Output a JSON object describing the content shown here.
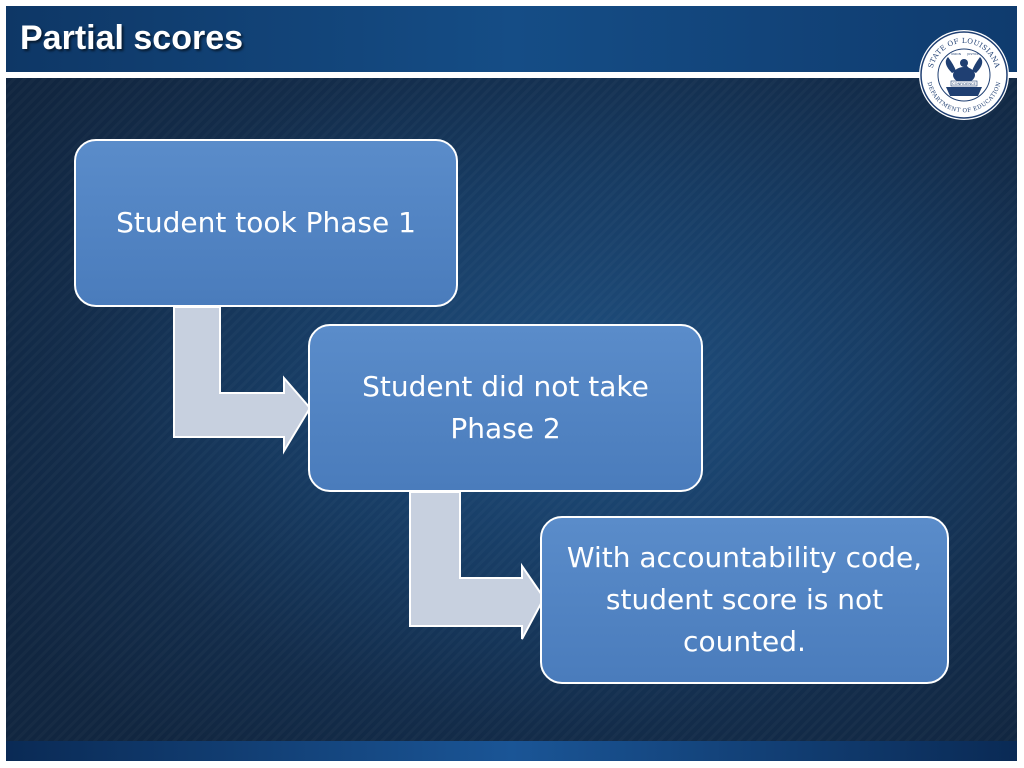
{
  "header": {
    "title": "Partial scores",
    "seal": {
      "icon": "pelican-seal-icon",
      "text_top": "STATE OF LOUISIANA",
      "text_bottom": "DEPARTMENT OF EDUCATION",
      "motto": [
        "UNION",
        "JUSTICE",
        "CONFIDENCE"
      ]
    }
  },
  "flow": {
    "steps": [
      {
        "label": "Student took Phase 1"
      },
      {
        "label": "Student did not take Phase 2"
      },
      {
        "label": "With accountability code, student score is not counted."
      }
    ]
  },
  "colors": {
    "title_bar": "#154d86",
    "background": "#173b62",
    "box_fill": "#5184c4",
    "box_border": "#ffffff",
    "arrow_fill": "#c7d0df"
  }
}
